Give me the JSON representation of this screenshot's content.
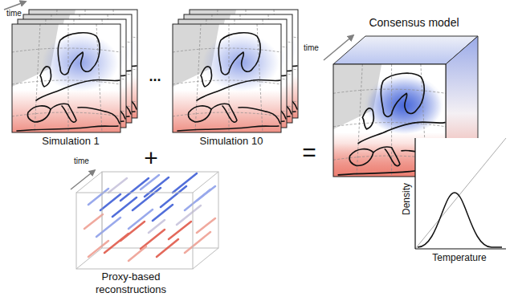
{
  "diagram": {
    "nodes": [
      {
        "text": [
          "Simulation 1"
        ]
      },
      {
        "text": [
          "Simulation 10"
        ]
      },
      {
        "text": [
          "Consensus model"
        ]
      },
      {
        "text": [
          "Density",
          "Temperature"
        ],
        "in": 2
      },
      {
        "text": [
          "Proxy-based reconstructions"
        ]
      }
    ],
    "labels": [
      "time",
      "time",
      "...",
      "=",
      "+",
      "time"
    ]
  }
}
